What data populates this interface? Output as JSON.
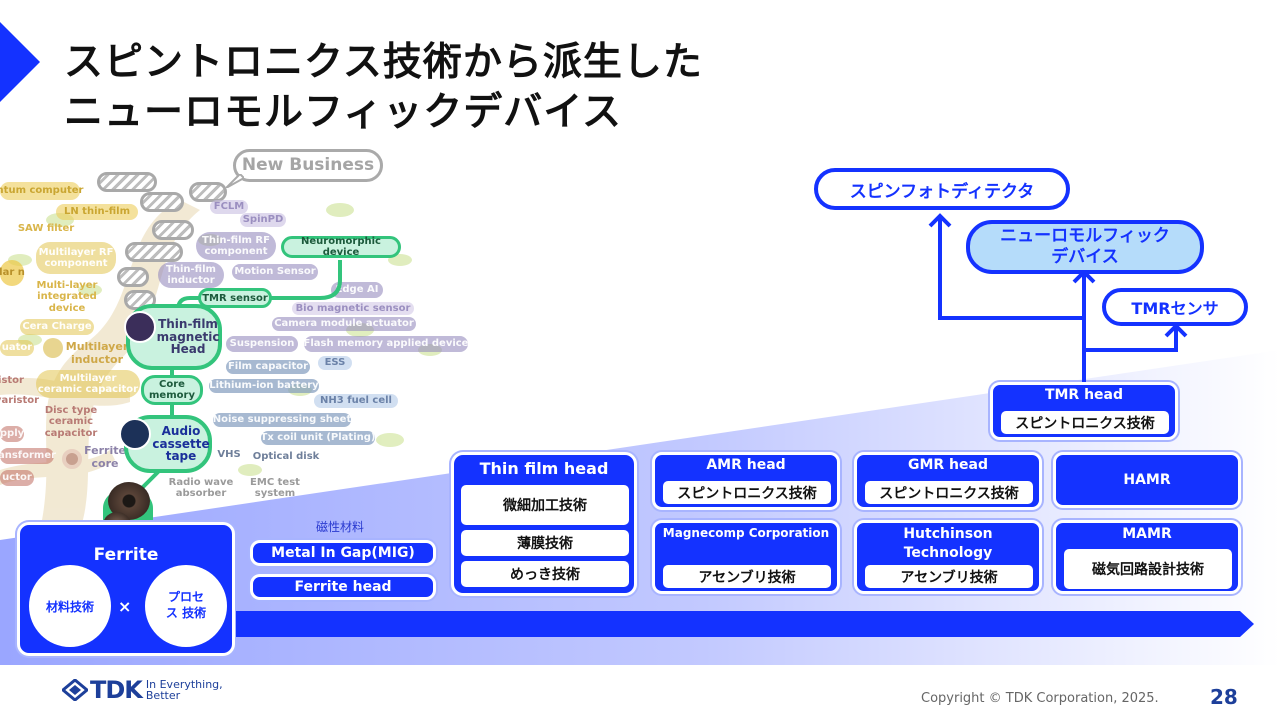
{
  "slide": {
    "title_line1": "スピントロニクス技術から派生した",
    "title_line2": "ニューロモルフィックデバイス",
    "accent_color": "#1432ff",
    "page_number": "28",
    "copyright": "Copyright  © TDK Corporation, 2025.",
    "logo": {
      "brand": "TDK",
      "tagline_line1": "In Everything,",
      "tagline_line2": "Better"
    }
  },
  "tree": {
    "new_business": "New Business",
    "yellow_tags": [
      "ntum computer",
      "LN thin-film",
      "SAW filter",
      "Multilayer RF component",
      "lar n",
      "Multi-layer integrated device",
      "Cera Charge",
      "uator",
      "Multilayer inductor",
      "Multilayer ceramic capacitor"
    ],
    "red_tags": [
      "istor",
      "varistor",
      "Disc type ceramic capacitor",
      "pply",
      "ansformer",
      "uctor",
      "Ferrite core"
    ],
    "purple_tags": [
      "FCLM",
      "SpinPD",
      "Thin-film RF component",
      "Thin-film inductor",
      "Motion Sensor",
      "Edge AI",
      "Bio magnetic sensor",
      "Camera module actuator",
      "Suspension",
      "Flash memory applied device"
    ],
    "blue_tags": [
      "Film capacitor",
      "ESS",
      "Lithium-ion battery",
      "NH3 fuel cell",
      "Noise suppressing sheet",
      "Tx coil unit (Plating)"
    ],
    "grey_tags": [
      "VHS",
      "Optical disk",
      "Radio wave absorber",
      "EMC test system"
    ],
    "green_nodes": [
      "Neuromorphic device",
      "TMR sensor",
      "Thin-film magnetic Head",
      "Core memory",
      "Audio cassette tape"
    ]
  },
  "timeline": {
    "ferrite": {
      "title": "Ferrite",
      "left_circle": "材料技術",
      "times": "×",
      "right_circle": "プロセス 技術"
    },
    "magnetic_material_label": "磁性材料",
    "mig": "Metal In Gap(MIG)",
    "ferrite_head": "Ferrite head",
    "thin_film": {
      "title": "Thin film head",
      "items": [
        "微細加工技術",
        "薄膜技術",
        "めっき技術"
      ]
    },
    "amr": {
      "title": "AMR head",
      "item": "スピントロニクス技術"
    },
    "magnecomp": {
      "title": "Magnecomp Corporation",
      "item": "アセンブリ技術"
    },
    "gmr": {
      "title": "GMR head",
      "item": "スピントロニクス技術"
    },
    "hutchinson": {
      "title_line1": "Hutchinson",
      "title_line2": "Technology",
      "item": "アセンブリ技術"
    },
    "hamr": {
      "title": "HAMR"
    },
    "mamr": {
      "title": "MAMR",
      "item": "磁気回路設計技術"
    },
    "tmr": {
      "title": "TMR head",
      "item": "スピントロニクス技術"
    }
  },
  "derived": {
    "spin_photo": "スピンフォトディテクタ",
    "neuro_line1": "ニューロモルフィック",
    "neuro_line2": "デバイス",
    "tmr_sensor": "TMRセンサ"
  }
}
